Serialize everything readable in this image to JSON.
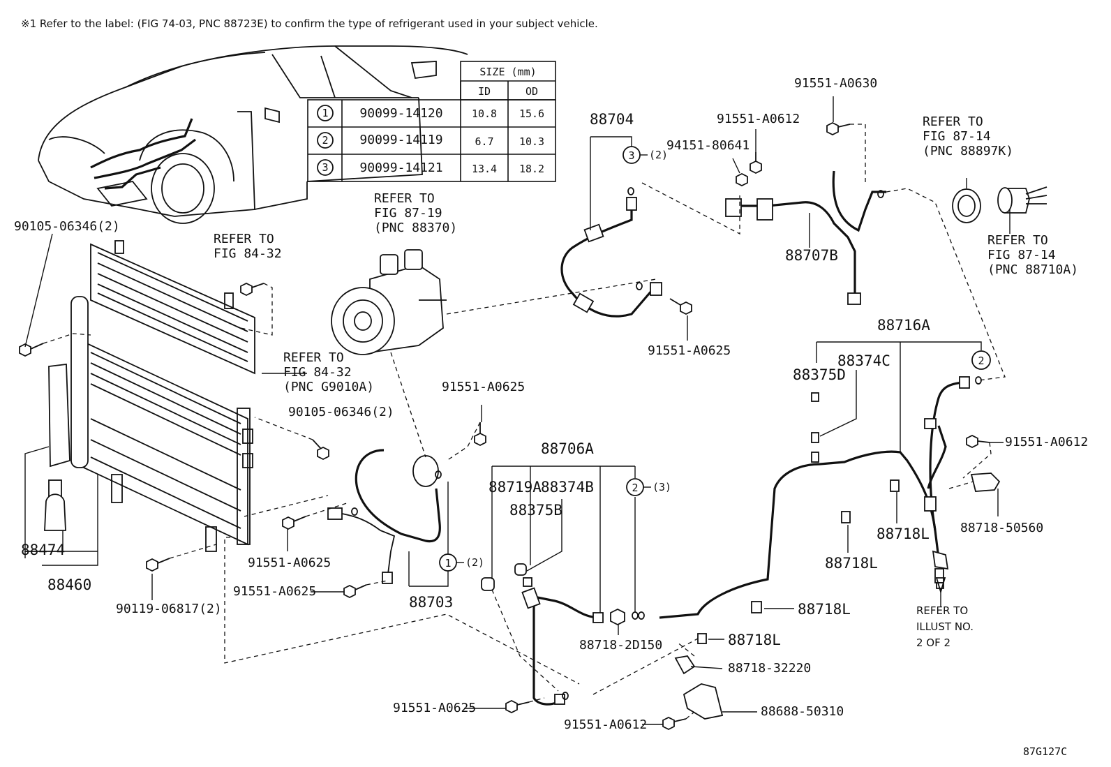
{
  "note": "※1 Refer to the label: (FIG 74-03, PNC 88723E) to confirm the type of refrigerant used in your subject vehicle.",
  "figure_id": "87G127C",
  "size_table": {
    "title": "SIZE (mm)",
    "col_id": "ID",
    "col_od": "OD",
    "rows": [
      {
        "circle": "1",
        "part": "90099-14120",
        "id": "10.8",
        "od": "15.6"
      },
      {
        "circle": "2",
        "part": "90099-14119",
        "id": "6.7",
        "od": "10.3"
      },
      {
        "circle": "3",
        "part": "90099-14121",
        "id": "13.4",
        "od": "18.2"
      }
    ]
  },
  "refs": {
    "r1_l1": "REFER TO",
    "r1_l2": "FIG 87-19",
    "r1_l3": "(PNC 88370)",
    "r2_l1": "REFER TO",
    "r2_l2": "FIG 84-32",
    "r3_l1": "REFER TO",
    "r3_l2": "FIG 84-32",
    "r3_l3": "(PNC G9010A)",
    "r4_l1": "REFER TO",
    "r4_l2": "FIG 87-14",
    "r4_l3": "(PNC 88897K)",
    "r5_l1": "REFER TO",
    "r5_l2": "FIG 87-14",
    "r5_l3": "(PNC 88710A)",
    "r6_l1": "REFER TO",
    "r6_l2": "ILLUST NO.",
    "r6_l3": "2 OF 2"
  },
  "labels": {
    "p90105a": "90105-06346(2)",
    "p90105b": "90105-06346(2)",
    "p88474": "88474",
    "p88460": "88460",
    "p90119": "90119-06817(2)",
    "p91551_a0625_1": "91551-A0625",
    "p91551_a0625_2": "91551-A0625",
    "p91551_a0625_3": "91551-A0625",
    "p91551_a0625_4": "91551-A0625",
    "p91551_a0625_5": "91551-A0625",
    "p88703": "88703",
    "p88704": "88704",
    "p94151": "94151-80641",
    "p91551_a0612_1": "91551-A0612",
    "p91551_a0612_2": "91551-A0612",
    "p91551_a0612_3": "91551-A0612",
    "p91551_a0630": "91551-A0630",
    "p88707b": "88707B",
    "p88706a": "88706A",
    "p88719a": "88719A",
    "p88374b": "88374B",
    "p88375b": "88375B",
    "p88716a": "88716A",
    "p88374c": "88374C",
    "p88375d": "88375D",
    "p88718l_1": "88718L",
    "p88718l_2": "88718L",
    "p88718l_3": "88718L",
    "p88718l_4": "88718L",
    "p88718_50560": "88718-50560",
    "p88718_2d150": "88718-2D150",
    "p88718_32220": "88718-32220",
    "p88688": "88688-50310",
    "c1": "1",
    "c2": "2",
    "c3": "3",
    "c1q": "(2)",
    "c2q": "(3)",
    "c3q": "(2)"
  }
}
